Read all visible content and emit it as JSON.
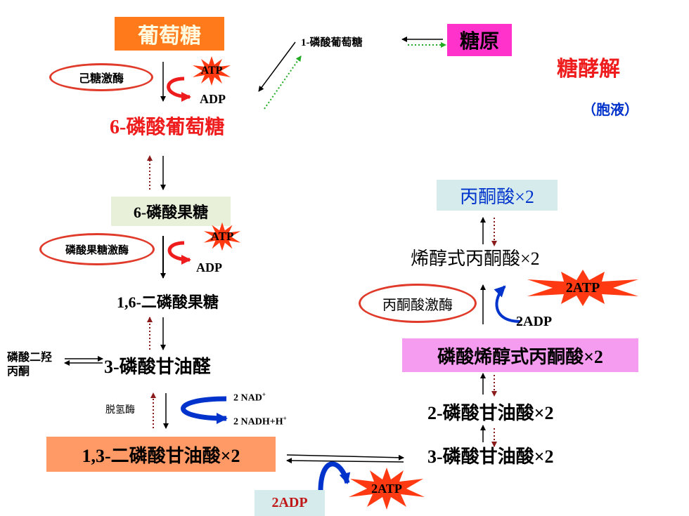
{
  "title": "糖酵解",
  "subtitle": "（胞液）",
  "glucose": "葡萄糖",
  "glycogen": "糖原",
  "g1p": "1-磷酸葡萄糖",
  "hexokinase": "己糖激酶",
  "atp": "ATP",
  "adp": "ADP",
  "g6p": "6-磷酸葡萄糖",
  "f6p": "6-磷酸果糖",
  "pfk": "磷酸果糖激酶",
  "f16bp": "1,6-二磷酸果糖",
  "dhap": "磷酸二羟丙酮",
  "g3p": "3-磷酸甘油醛",
  "dehydrogenase": "脱氢酶",
  "nad": "2 NAD",
  "nad_sup": "+",
  "nadh": "2 NADH+H",
  "nadh_sup": "+",
  "bpg13": "1,3-二磷酸甘油酸×2",
  "adp2": "2ADP",
  "atp2": "2ATP",
  "pg3": "3-磷酸甘油酸×2",
  "pg2": "2-磷酸甘油酸×2",
  "pep": "磷酸烯醇式丙酮酸×2",
  "pyruvate_kinase": "丙酮酸激酶",
  "enolpyruvate": "烯醇式丙酮酸×2",
  "pyruvate": "丙酮酸×2",
  "colors": {
    "orange": "#ff7a1a",
    "magenta": "#ff33cc",
    "light_green": "#e8f0da",
    "light_cyan": "#d6ecec",
    "salmon": "#ff9966",
    "pink_box": "#f59bf0",
    "red": "#ee1c1c",
    "blue": "#0033cc",
    "dark_red": "#8b1a1a",
    "green": "#22aa22"
  }
}
